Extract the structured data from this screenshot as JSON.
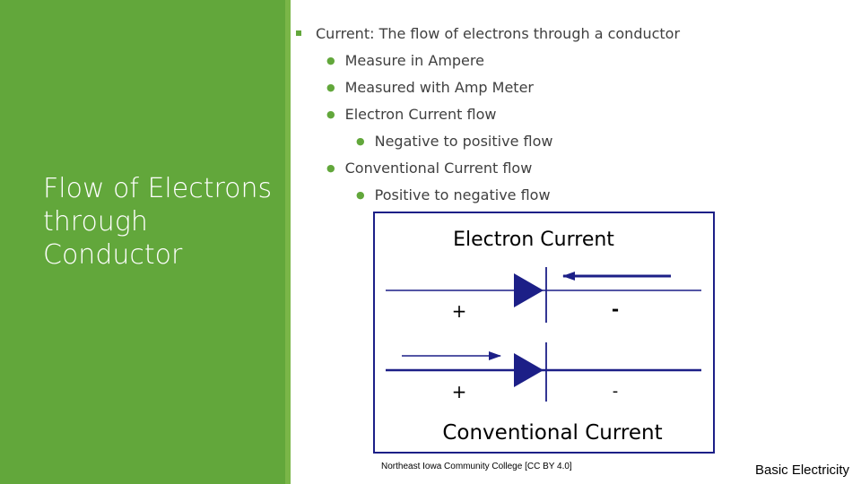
{
  "slide": {
    "title": "Flow of Electrons through Conductor",
    "footer": "Basic Electricity",
    "credit": "Northeast Iowa Community College [CC BY 4.0]"
  },
  "bullets": [
    {
      "level": 1,
      "text": "Current: The flow of electrons through a conductor"
    },
    {
      "level": 2,
      "text": "Measure in Ampere"
    },
    {
      "level": 2,
      "text": "Measured with Amp Meter"
    },
    {
      "level": 2,
      "text": "Electron Current flow"
    },
    {
      "level": 3,
      "text": "Negative to positive flow"
    },
    {
      "level": 2,
      "text": "Conventional Current flow"
    },
    {
      "level": 3,
      "text": "Positive to negative flow"
    }
  ],
  "diagram": {
    "top_label": "Electron Current",
    "bottom_label": "Conventional Current",
    "top_plus": "+",
    "top_minus": "-",
    "bottom_plus": "+",
    "bottom_minus": "-"
  },
  "colors": {
    "sidebar": "#62a73b",
    "diagram_ink": "#1c1f87"
  }
}
